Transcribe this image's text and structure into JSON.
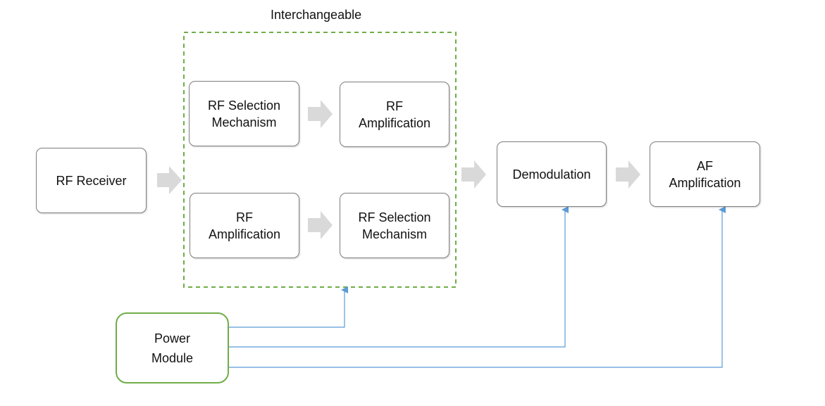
{
  "diagram": {
    "group_label": "Interchangeable",
    "blocks": {
      "rf_receiver": "RF Receiver",
      "rf_selection_mechanism_top": "RF Selection\nMechanism",
      "rf_amplification_top": "RF\nAmplification",
      "rf_amplification_bottom": "RF\nAmplification",
      "rf_selection_mechanism_bottom": "RF Selection\nMechanism",
      "demodulation": "Demodulation",
      "af_amplification": "AF\nAmplification",
      "power_module": "Power\nModule"
    },
    "colors": {
      "group_border": "#70ad47",
      "power_border": "#70ad47",
      "flow_arrow": "#d9d9d9",
      "power_line": "#5b9bd5",
      "block_border": "#7f7f7f"
    },
    "icons": {
      "flow_arrow": "block-arrow-right-icon",
      "power_arrow": "arrowhead-up-icon"
    }
  }
}
